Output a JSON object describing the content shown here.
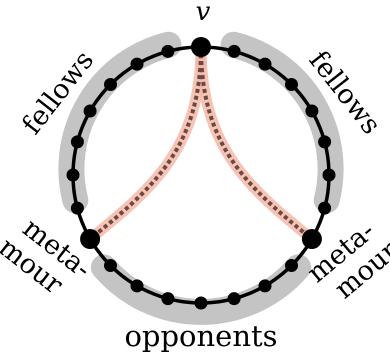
{
  "vertex_label": "v",
  "labels": {
    "fellows_left": "fellows",
    "fellows_right": "fellows",
    "metamour_left_line1": "meta-",
    "metamour_left_line2": "mour",
    "metamour_right_line1": "meta-",
    "metamour_right_line2": "mour",
    "opponents": "opponents"
  },
  "colors": {
    "highlight": "#c4c4c4",
    "edge": "#000000",
    "vertex": "#000000",
    "path_glow": "#f4b9a8",
    "path_dots": "#6b4a44"
  }
}
